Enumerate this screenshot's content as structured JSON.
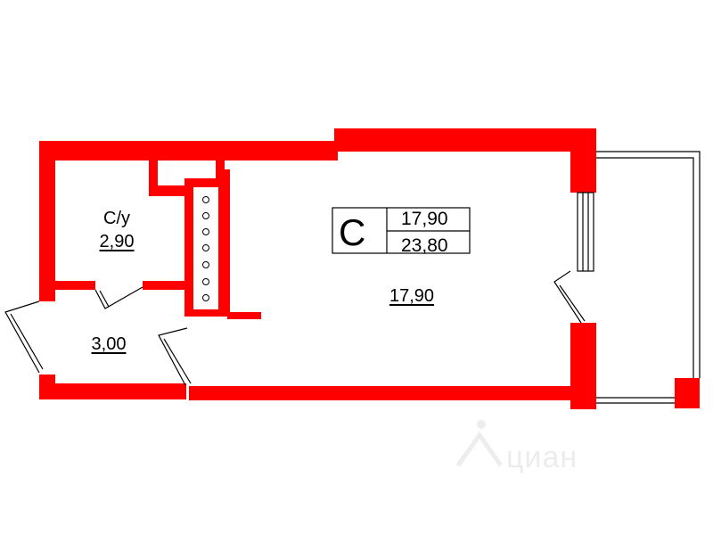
{
  "legend": {
    "apartment_type": "С",
    "living_area": "17,90",
    "total_area": "23,80"
  },
  "rooms": {
    "bathroom": {
      "label": "С/у",
      "area": "2,90"
    },
    "hallway": {
      "area": "3,00"
    },
    "living_room": {
      "area": "17,90"
    }
  },
  "watermark": {
    "text": "циан"
  },
  "colors": {
    "wall": "#ff0000",
    "line": "#000000",
    "background": "#ffffff"
  }
}
